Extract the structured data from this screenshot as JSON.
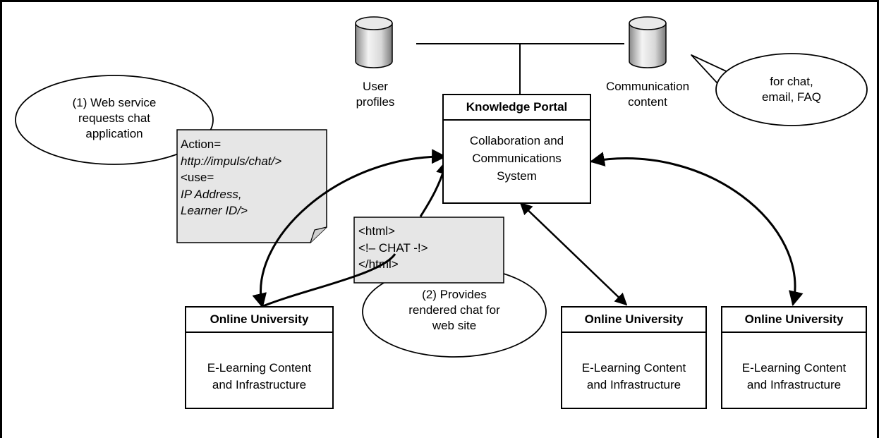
{
  "databases": {
    "user_profiles": {
      "line1": "User",
      "line2": "profiles"
    },
    "communication_content": {
      "line1": "Communication",
      "line2": "content"
    }
  },
  "portal": {
    "title": "Knowledge Portal",
    "line1": "Collaboration and",
    "line2": "Communications",
    "line3": "System"
  },
  "universities": [
    {
      "title": "Online University",
      "line1": "E-Learning Content",
      "line2": "and Infrastructure"
    },
    {
      "title": "Online University",
      "line1": "E-Learning Content",
      "line2": "and Infrastructure"
    },
    {
      "title": "Online University",
      "line1": "E-Learning Content",
      "line2": "and Infrastructure"
    }
  ],
  "callouts": {
    "web_service": {
      "line1": "(1) Web service",
      "line2": "requests chat",
      "line3": "application"
    },
    "provides": {
      "line1": "(2) Provides",
      "line2": "rendered chat for",
      "line3": "web site"
    },
    "for_chat": {
      "line1": "for chat,",
      "line2": "email, FAQ"
    }
  },
  "request_note": {
    "line1": "Action=",
    "line2": "http://impuls/chat/>",
    "line3": "<use=",
    "line4": "IP Address,",
    "line5": "Learner ID/>"
  },
  "html_note": {
    "line1": "<html>",
    "line2": "<!– CHAT -!>",
    "line3": "</html>"
  }
}
